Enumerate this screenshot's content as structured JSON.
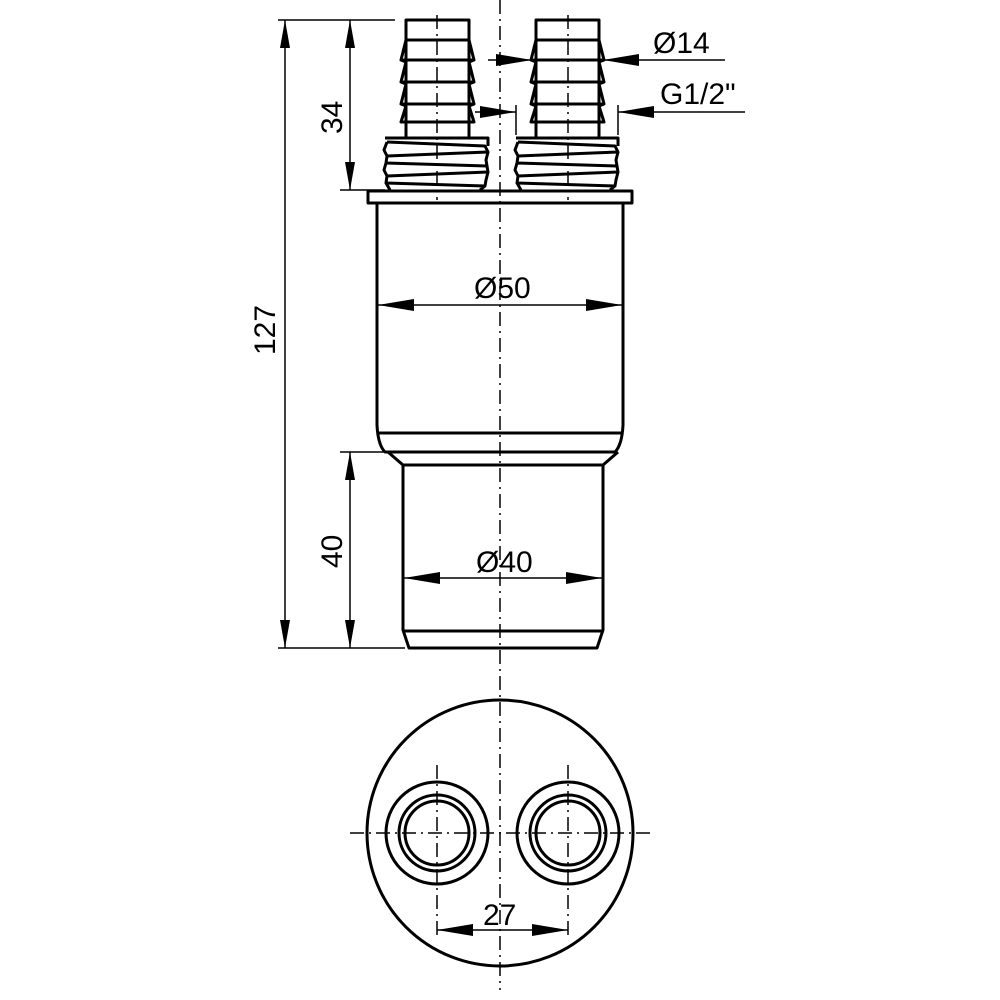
{
  "drawing": {
    "dimensions": {
      "overall_height": "127",
      "barb_height": "34",
      "lower_pipe_height": "40",
      "body_diameter": "Ø50",
      "lower_pipe_diameter": "Ø40",
      "barb_diameter": "Ø14",
      "thread": "G1/2\"",
      "spacing": "27"
    }
  }
}
